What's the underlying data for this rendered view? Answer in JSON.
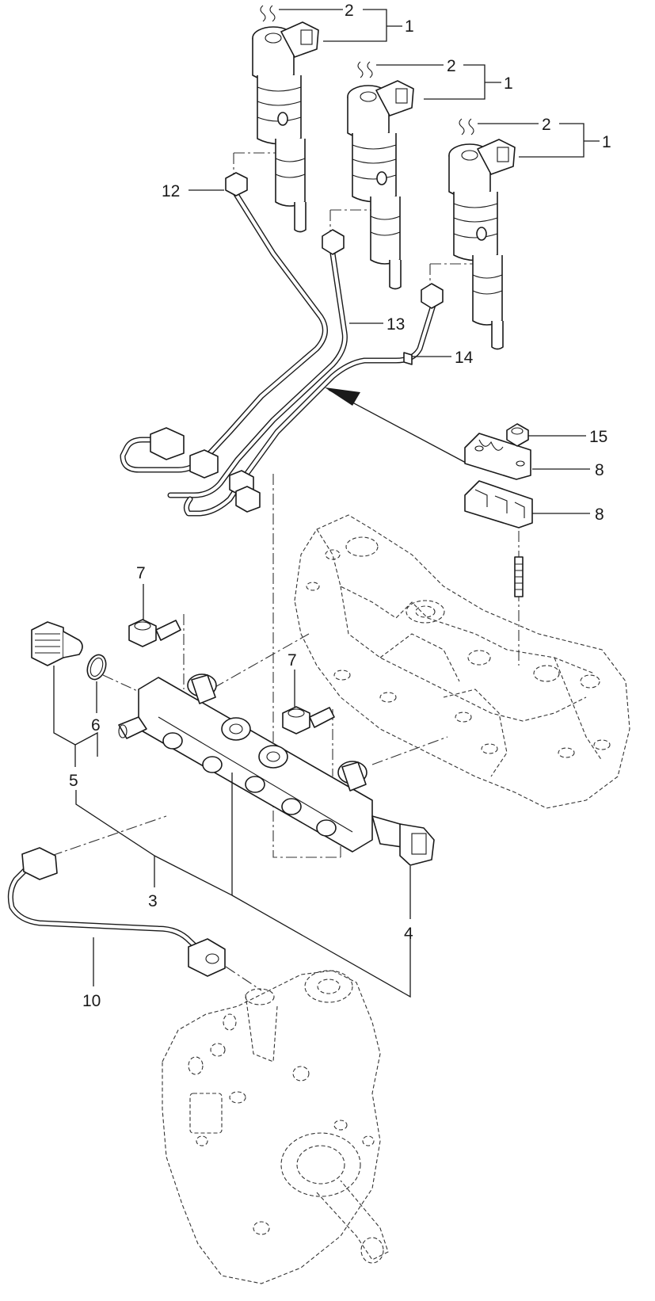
{
  "diagram": {
    "callouts": [
      "1",
      "2",
      "3",
      "4",
      "5",
      "6",
      "7",
      "8",
      "10",
      "12",
      "13",
      "14",
      "15"
    ]
  }
}
